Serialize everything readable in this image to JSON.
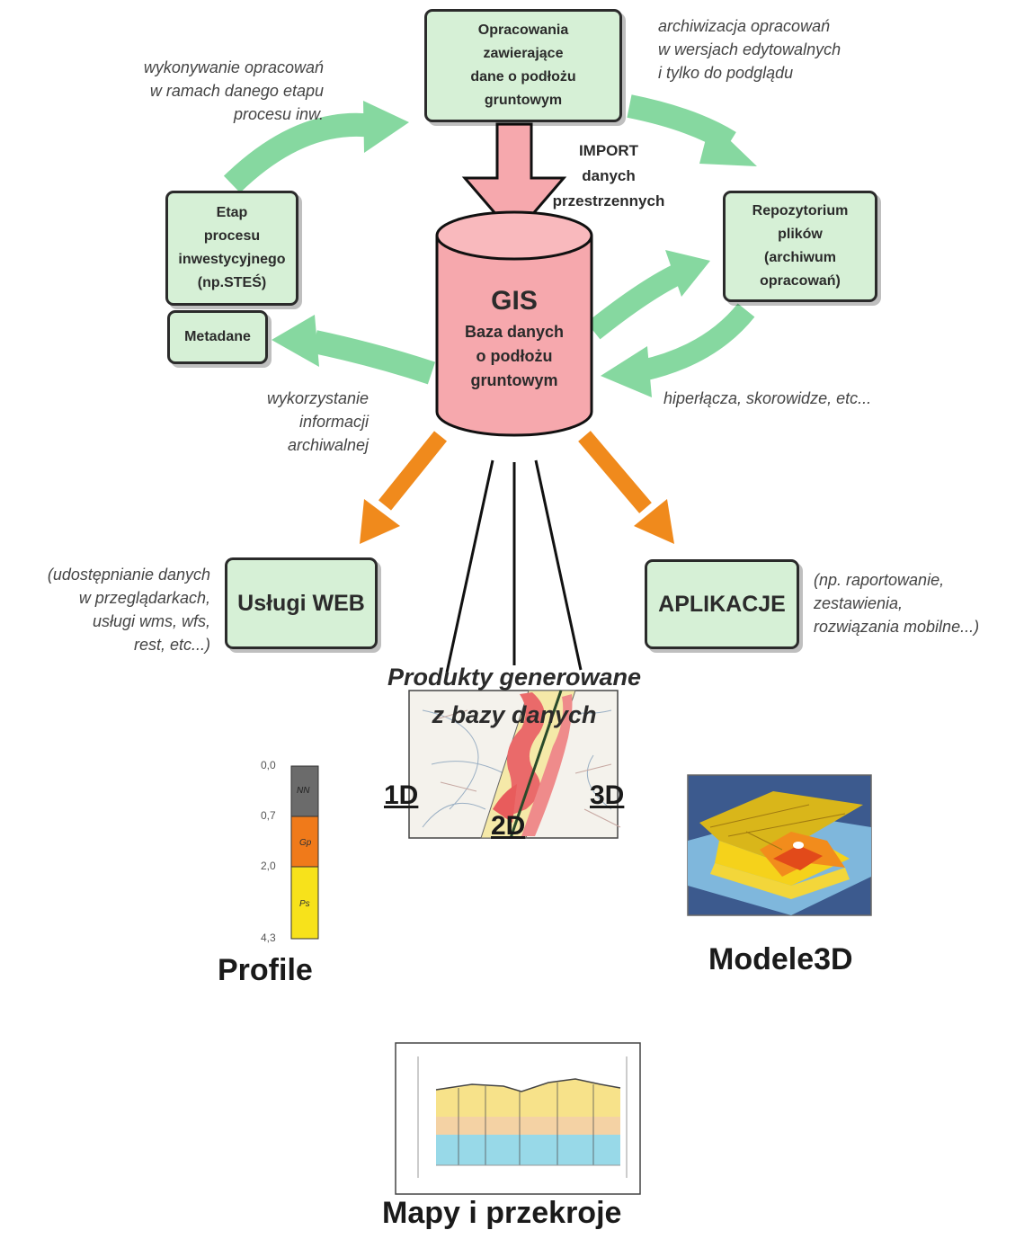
{
  "boxes": {
    "opracowania": "Opracowania\nzawierające\ndane o podłożu\ngruntowym",
    "etap": "Etap\nprocesu\ninwestycyjnego\n(np.STEŚ)",
    "metadane": "Metadane",
    "repozytorium": "Repozytorium\nplików\n(archiwum\nopracowań)",
    "uslugi_web": "Usługi WEB",
    "aplikacje": "APLIKACJE"
  },
  "gis": {
    "title": "GIS",
    "subtitle": "Baza danych\no podłożu\ngruntowym"
  },
  "import_label": "IMPORT\ndanych\nprzestrzennych",
  "notes": {
    "wykonywanie": "wykonywanie opracowań\nw ramach danego etapu\nprocesu inw.",
    "archiwizacja": "archiwizacja opracowań\nw wersjach edytowalnych\ni tylko do podglądu",
    "wykorzystanie": "wykorzystanie\ninformacji\narchiwalnej",
    "hiperlacza": "hiperłącza, skorowidze, etc...",
    "udostepnianie": "(udostępnianie danych\nw przeglądarkach,\nusługi wms, wfs,\nrest, etc...)",
    "raportowanie": "(np. raportowanie,\nzestawienia,\nrozwiązania mobilne...)"
  },
  "products_label": "Produkty generowane\nz bazy danych",
  "dimensions": {
    "d1": "1D",
    "d2": "2D",
    "d3": "3D"
  },
  "outputs": {
    "profile": "Profile",
    "modele": "Modele3D",
    "mapy": "Mapy i przekroje"
  },
  "profile_column": {
    "ticks": [
      "0,0",
      "0,7",
      "2,0",
      "4,3"
    ],
    "layers": [
      {
        "label": "NN",
        "color": "#6b6b6b"
      },
      {
        "label": "Gp",
        "color": "#f07a1a"
      },
      {
        "label": "Ps",
        "color": "#f7e21b"
      }
    ]
  },
  "colors": {
    "box_fill": "#d6f0d6",
    "green_arrow": "#86d8a0",
    "orange_arrow": "#f08a1c",
    "gis_fill": "#f6a8ad"
  }
}
